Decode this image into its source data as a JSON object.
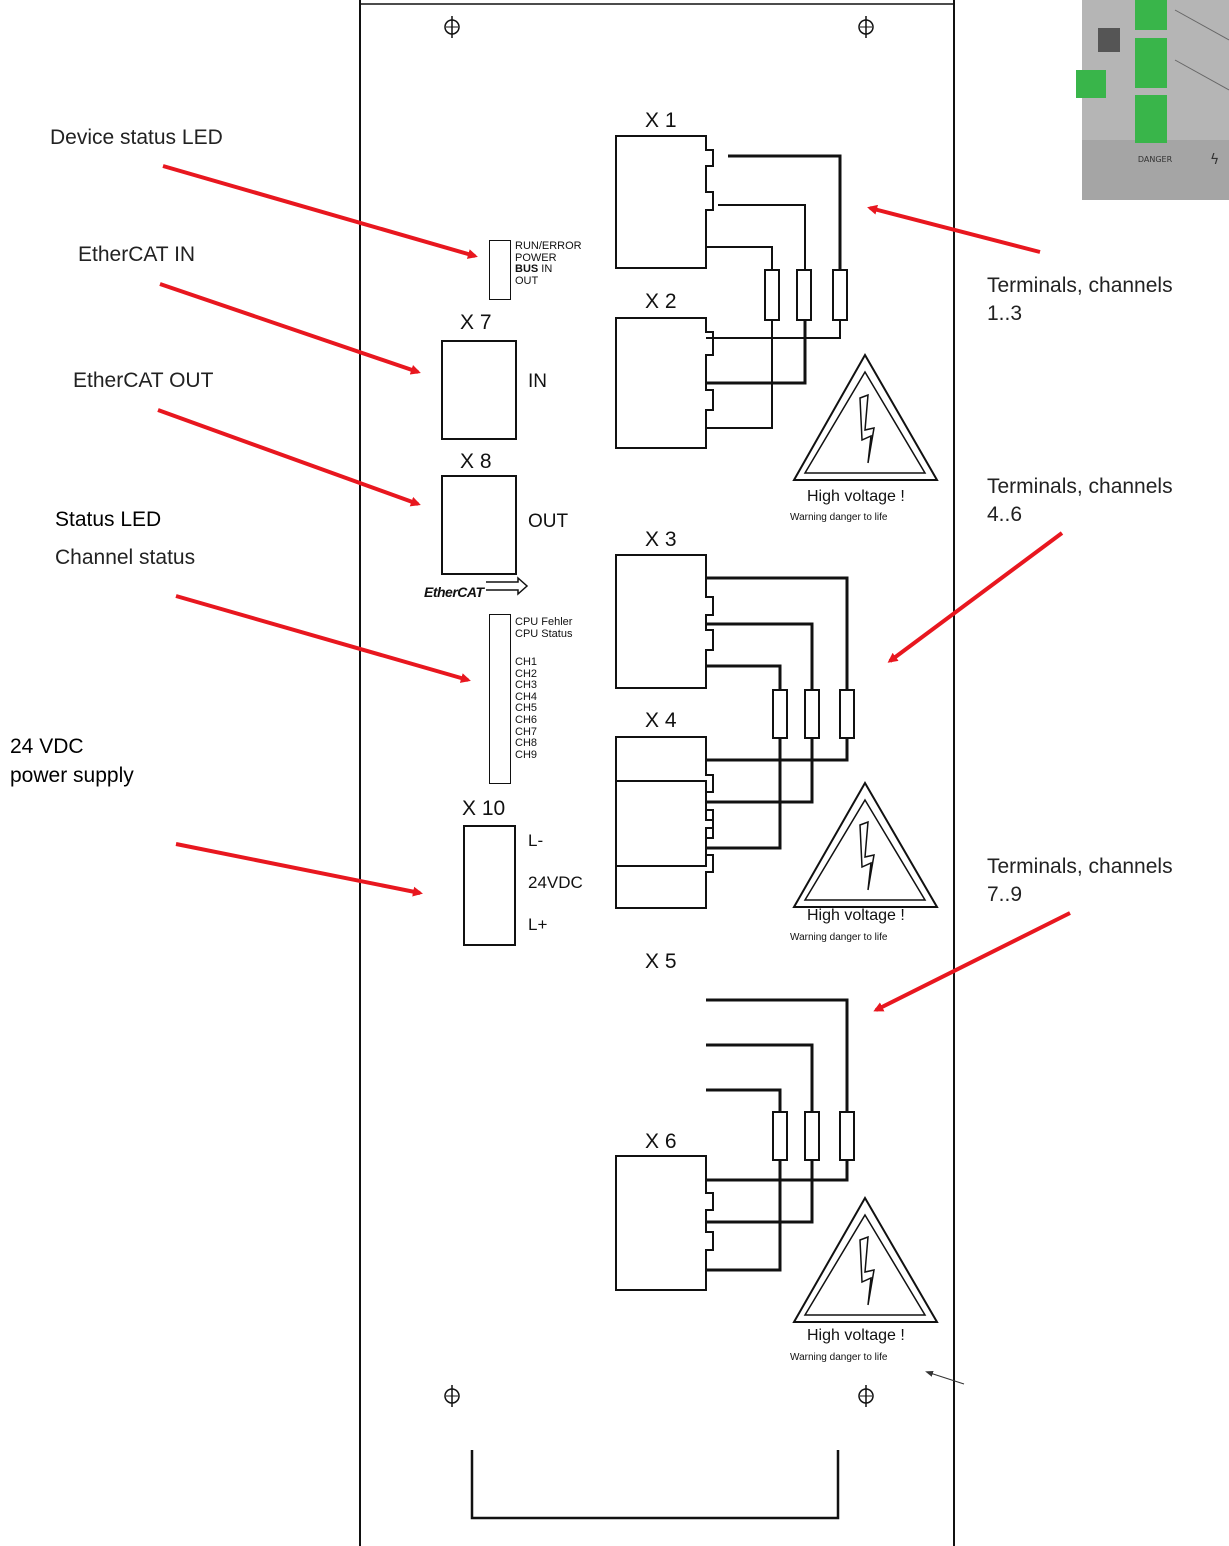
{
  "callouts": {
    "device_status_led": "Device status LED",
    "ethercat_in": "EtherCAT IN",
    "ethercat_out": "EtherCAT OUT",
    "status_led": "Status LED",
    "channel_status": "Channel status",
    "power_supply_line1": "24 VDC",
    "power_supply_line2": "power supply",
    "terminals_1_3_line1": "Terminals, channels",
    "terminals_1_3_line2": "1..3",
    "terminals_4_6_line1": "Terminals, channels",
    "terminals_4_6_line2": "4..6",
    "terminals_7_9_line1": "Terminals, channels",
    "terminals_7_9_line2": "7..9"
  },
  "connectors": {
    "x1": "X 1",
    "x2": "X 2",
    "x3": "X 3",
    "x4": "X 4",
    "x5": "X 5",
    "x6": "X 6",
    "x7": "X 7",
    "x8": "X 8",
    "x10": "X 10"
  },
  "port_labels": {
    "in": "IN",
    "out": "OUT",
    "l_minus": "L-",
    "vdc": "24VDC",
    "l_plus": "L+"
  },
  "led_device": {
    "run_error": "RUN/ERROR",
    "power": "POWER",
    "bus_in_bold": "BUS",
    "bus_in_rest": " IN",
    "out": "OUT"
  },
  "led_channel": {
    "cpu_fehler": "CPU Fehler",
    "cpu_status": "CPU Status",
    "channels": [
      "CH1",
      "CH2",
      "CH3",
      "CH4",
      "CH5",
      "CH6",
      "CH7",
      "CH8",
      "CH9"
    ]
  },
  "ethercat_logo": "EtherCAT",
  "warnings": [
    {
      "title": "High voltage !",
      "subtitle": "Warning danger to life"
    },
    {
      "title": "High voltage !",
      "subtitle": "Warning danger to life"
    },
    {
      "title": "High voltage !",
      "subtitle": "Warning danger to life"
    }
  ],
  "photo_label": "DANGER",
  "colors": {
    "arrow": "#e8171f",
    "line": "#111111",
    "photo_green": "#39b54a",
    "photo_metal": "#a8a8a8"
  }
}
